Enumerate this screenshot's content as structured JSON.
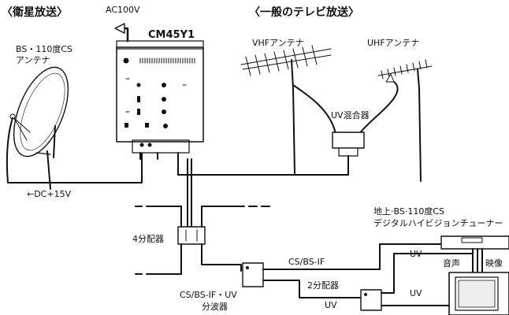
{
  "headers": {
    "satellite": "〈衛星放送〉",
    "terrestrial": "〈一般のテレビ放送〉"
  },
  "booster": {
    "model": "CM45Y1",
    "power": "AC100V",
    "dc_feed": "←DC+15V"
  },
  "antennas": {
    "bs_cs_line1": "BS・110度CS",
    "bs_cs_line2": "アンテナ",
    "vhf": "VHFアンテナ",
    "uhf": "UHFアンテナ"
  },
  "mixer": "UV混合器",
  "splitter4": "4分配器",
  "separator_line1": "CS/BS-IF・UV",
  "separator_line2": "分波器",
  "cs_bs_if": "CS/BS-IF",
  "uv_top": "UV",
  "splitter2": "2分配器",
  "uv_bottom": "UV",
  "uv_right": "UV",
  "tuner_line1": "地上·BS·110度CS",
  "tuner_line2": "デジタルハイビジョンチューナー",
  "audio": "音声",
  "video": "映像"
}
